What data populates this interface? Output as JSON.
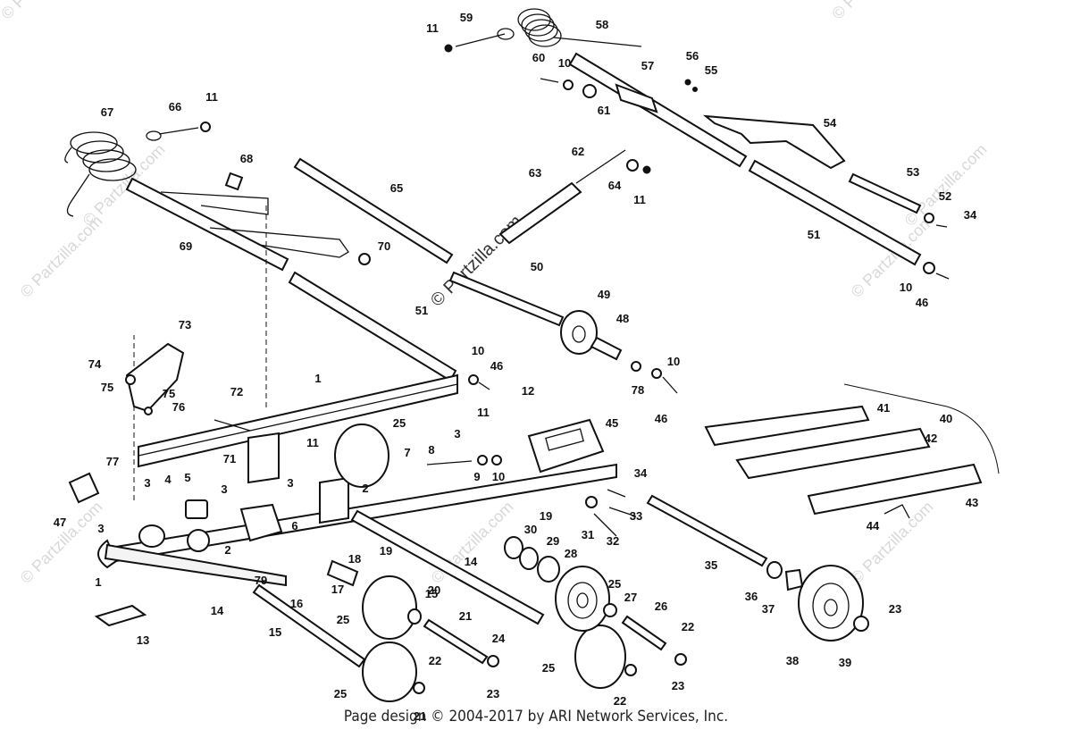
{
  "watermarks": [
    "© Partzilla.com"
  ],
  "main_watermark": "© Partzilla.com",
  "footer": "Page design © 2004-2017 by ARI Network Services, Inc.",
  "callouts": [
    "1",
    "2",
    "3",
    "4",
    "5",
    "6",
    "7",
    "8",
    "9",
    "10",
    "11",
    "12",
    "13",
    "14",
    "15",
    "16",
    "17",
    "18",
    "19",
    "20",
    "21",
    "22",
    "23",
    "24",
    "25",
    "26",
    "27",
    "28",
    "29",
    "30",
    "31",
    "32",
    "33",
    "34",
    "35",
    "36",
    "37",
    "38",
    "39",
    "40",
    "41",
    "42",
    "43",
    "44",
    "45",
    "46",
    "47",
    "48",
    "49",
    "50",
    "51",
    "52",
    "53",
    "54",
    "55",
    "56",
    "57",
    "58",
    "59",
    "60",
    "61",
    "62",
    "63",
    "64",
    "65",
    "66",
    "67",
    "68",
    "69",
    "70",
    "71",
    "72",
    "73",
    "74",
    "75",
    "76",
    "77",
    "78",
    "79"
  ]
}
